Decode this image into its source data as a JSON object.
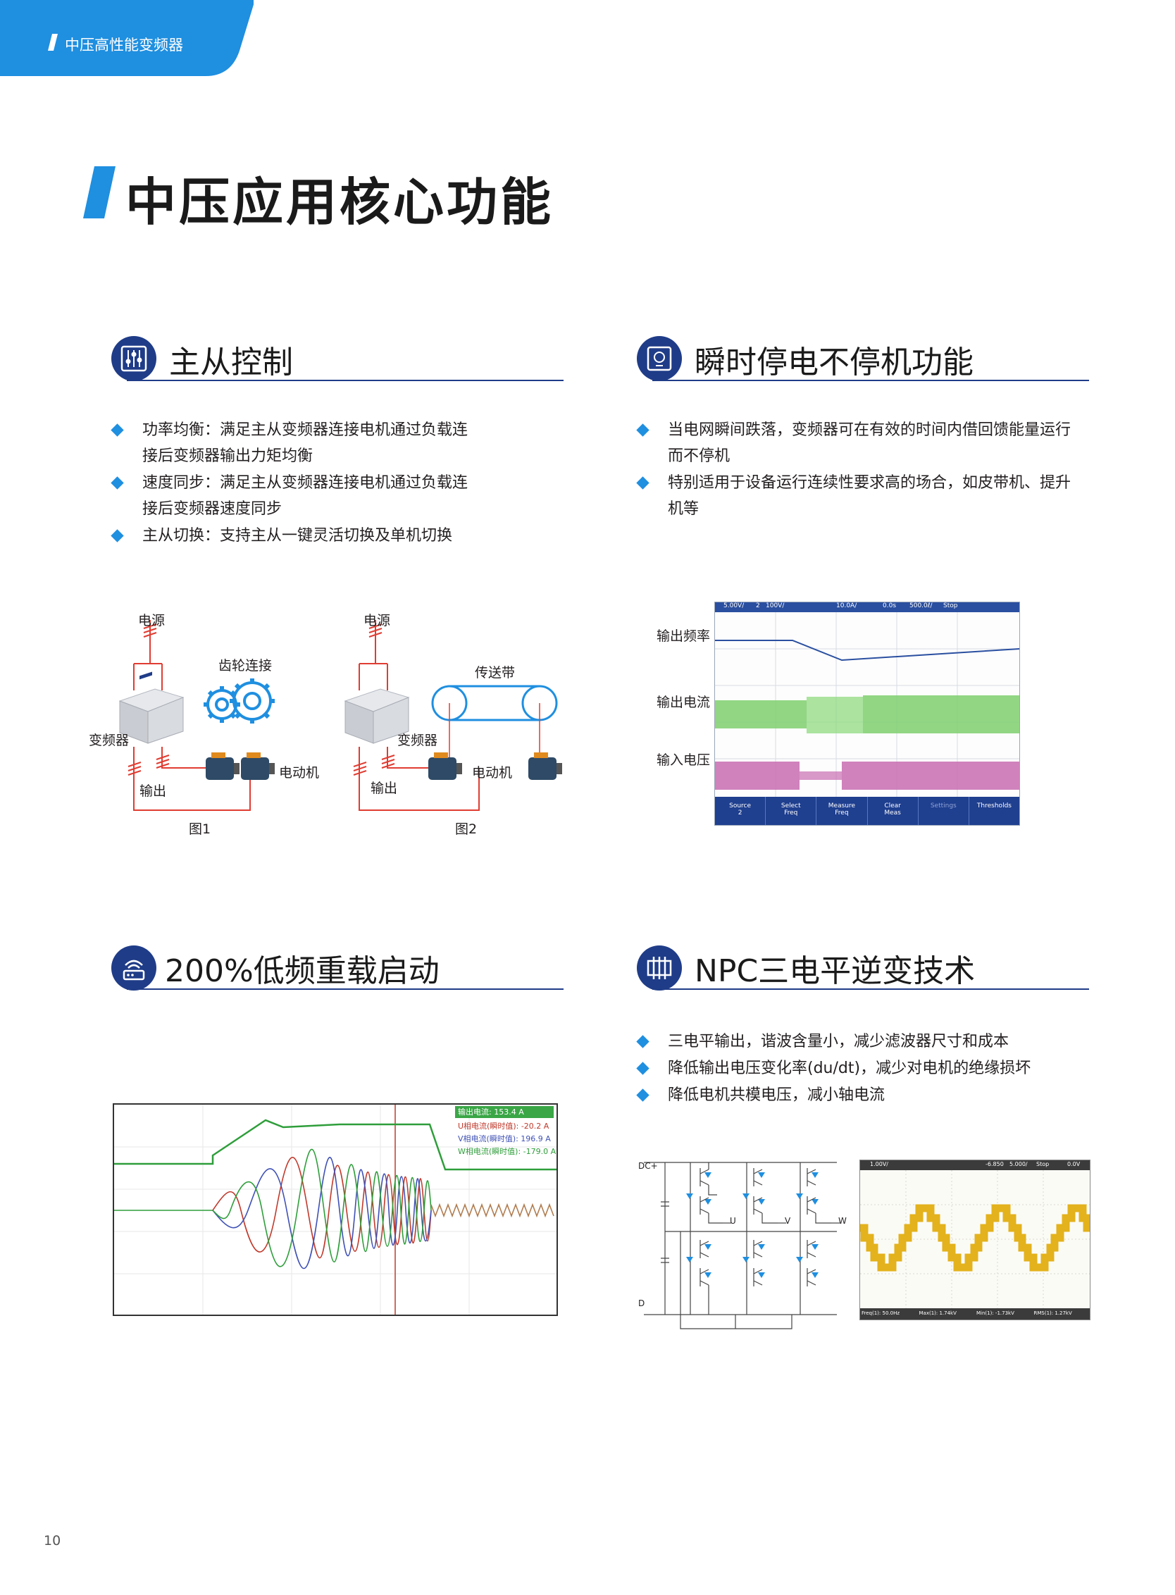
{
  "header": {
    "tab_text": "中压高性能变频器"
  },
  "page_title": "中压应用核心功能",
  "colors": {
    "brand_blue": "#1f8fe0",
    "navy": "#1f3c88",
    "wire_red": "#e03c31"
  },
  "sections": {
    "master_slave": {
      "title": "主从控制",
      "icon": "sliders-icon",
      "bullets": [
        "功率均衡：满足主从变频器连接电机通过负载连",
        "接后变频器输出力矩均衡",
        "速度同步：满足主从变频器连接电机通过负载连",
        "接后变频器速度同步",
        "主从切换：支持主从一键灵活切换及单机切换"
      ],
      "diagram": {
        "power": "电源",
        "gear": "齿轮连接",
        "inverter": "变频器",
        "output": "输出",
        "motor": "电动机",
        "belt": "传送带",
        "fig1": "图1",
        "fig2": "图2"
      }
    },
    "ride_through": {
      "title": "瞬时停电不停机功能",
      "icon": "power-panel-icon",
      "bullets": [
        "当电网瞬间跌落，变频器可在有效的时间内借回馈能量运行",
        "而不停机",
        "特别适用于设备运行连续性要求高的场合，如皮带机、提升",
        "机等"
      ],
      "scope": {
        "top_bar": [
          "5.00V/",
          "2",
          "100V/",
          "10.0A/",
          "0.0s",
          "500.0ℓ/",
          "Stop"
        ],
        "label_freq": "输出频率",
        "label_current": "输出电流",
        "label_voltage": "输入电压",
        "buttons": [
          {
            "l1": "Source",
            "l2": "2"
          },
          {
            "l1": "Select",
            "l2": "Freq"
          },
          {
            "l1": "Measure",
            "l2": "Freq"
          },
          {
            "l1": "Clear",
            "l2": "Meas"
          },
          {
            "l1": "Settings",
            "l2": ""
          },
          {
            "l1": "Thresholds",
            "l2": ""
          }
        ]
      }
    },
    "heavy_start": {
      "title": "200%低频重载启动",
      "icon": "router-icon",
      "readouts": {
        "total": "输出电流: 153.4 A",
        "u": "U相电流(瞬时值): -20.2 A",
        "v": "V相电流(瞬时值): 196.9 A",
        "w": "W相电流(瞬时值): -179.0 A"
      }
    },
    "npc": {
      "title": "NPC三电平逆变技术",
      "icon": "npc-icon",
      "bullets": [
        "三电平输出，谐波含量小，减少滤波器尺寸和成本",
        "降低输出电压变化率(du/dt)，减少对电机的绝缘损坏",
        "降低电机共模电压，减小轴电流"
      ],
      "circuit": {
        "dc_plus": "DC+",
        "dc_minus": "D",
        "u": "U",
        "v": "V",
        "w": "W"
      },
      "scope": {
        "top": [
          "1.00V/",
          "-6.850",
          "5.000/",
          "Stop",
          "0.0V"
        ],
        "bottom": [
          "Freq(1): 50.0Hz",
          "Max(1): 1.74kV",
          "Min(1): -1.73kV",
          "RMS(1): 1.27kV"
        ]
      }
    }
  },
  "page_number": "10"
}
